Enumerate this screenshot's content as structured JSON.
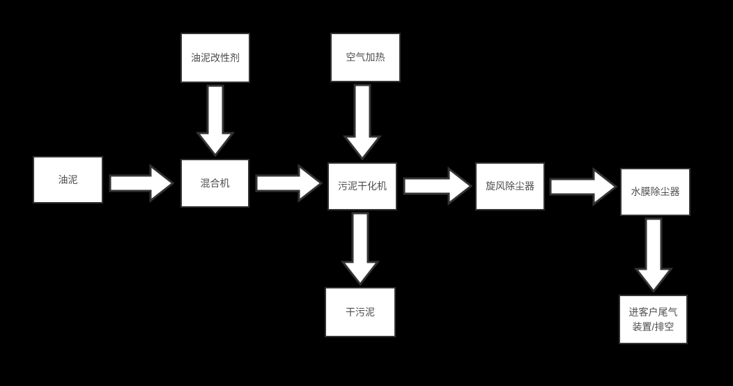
{
  "diagram": {
    "type": "flowchart",
    "colors": {
      "background": "#000000",
      "node_fill": "#ffffff",
      "node_border": "#333333",
      "node_text": "#4d4d4d",
      "arrow_fill": "#ffffff",
      "arrow_border": "#333333"
    },
    "nodes": [
      {
        "id": "oil-sludge-modifier",
        "label": "油泥改性剂"
      },
      {
        "id": "air-heating",
        "label": "空气加热"
      },
      {
        "id": "oil-sludge",
        "label": "油泥"
      },
      {
        "id": "mixer",
        "label": "混合机"
      },
      {
        "id": "sludge-dryer",
        "label": "污泥干化机"
      },
      {
        "id": "cyclone-dust-collector",
        "label": "旋风除尘器"
      },
      {
        "id": "water-film-dust-collector",
        "label": "水膜除尘器"
      },
      {
        "id": "dry-sludge",
        "label": "干污泥"
      },
      {
        "id": "customer-tail-gas",
        "label": "进客户尾气装置/排空"
      }
    ],
    "edges": [
      {
        "from": "oil-sludge-modifier",
        "to": "mixer",
        "direction": "down"
      },
      {
        "from": "air-heating",
        "to": "sludge-dryer",
        "direction": "down"
      },
      {
        "from": "oil-sludge",
        "to": "mixer",
        "direction": "right"
      },
      {
        "from": "mixer",
        "to": "sludge-dryer",
        "direction": "right"
      },
      {
        "from": "sludge-dryer",
        "to": "cyclone-dust-collector",
        "direction": "right"
      },
      {
        "from": "cyclone-dust-collector",
        "to": "water-film-dust-collector",
        "direction": "right"
      },
      {
        "from": "sludge-dryer",
        "to": "dry-sludge",
        "direction": "down"
      },
      {
        "from": "water-film-dust-collector",
        "to": "customer-tail-gas",
        "direction": "down"
      }
    ]
  }
}
